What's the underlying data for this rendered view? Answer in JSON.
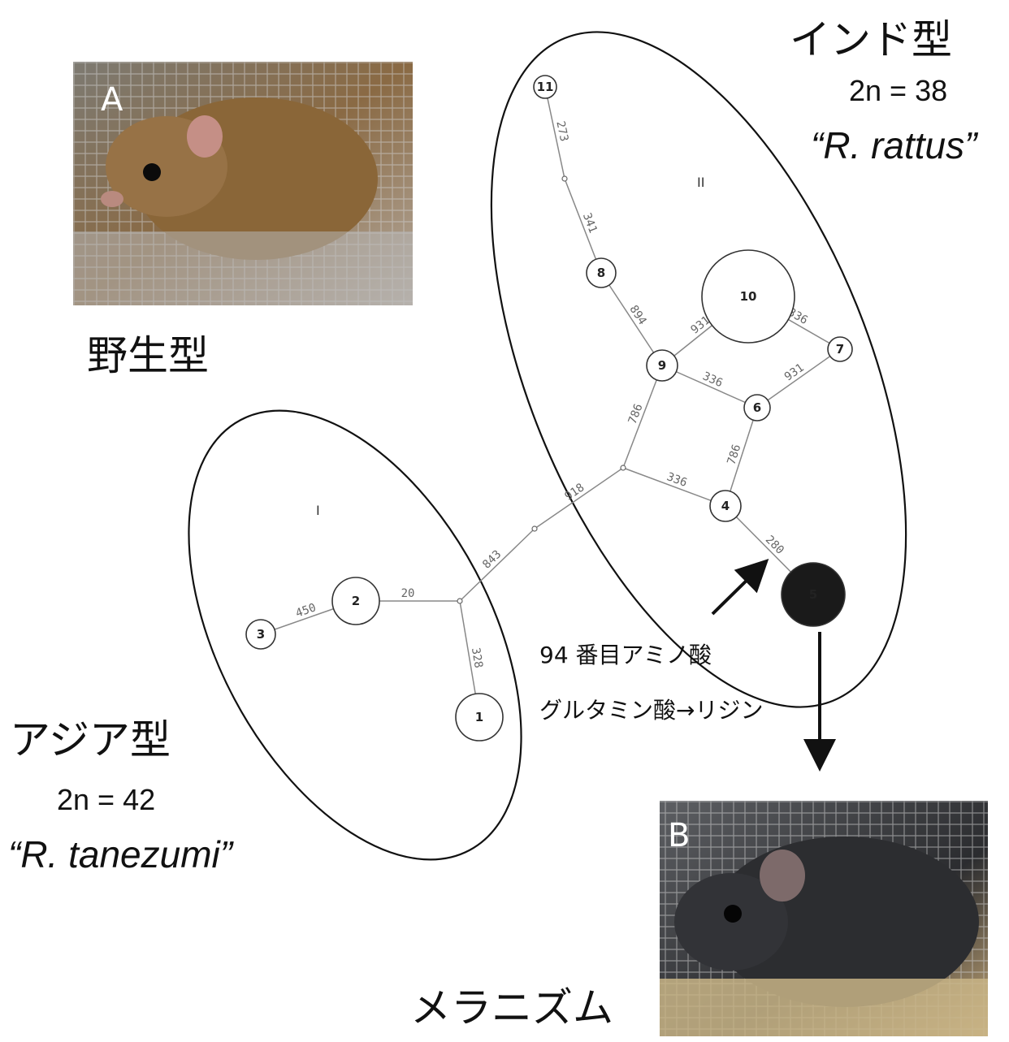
{
  "photos": {
    "a": {
      "letter": "A",
      "caption": "野生型"
    },
    "b": {
      "letter": "B",
      "caption": "メラニズム"
    }
  },
  "groups": {
    "india": {
      "name": "インド型",
      "karyotype": "2n = 38",
      "species": "“R. rattus”",
      "cluster_label": "II"
    },
    "asia": {
      "name": "アジア型",
      "karyotype": "2n = 42",
      "species": "“R. tanezumi”",
      "cluster_label": "I"
    }
  },
  "mutation": {
    "line1": "94 番目アミノ酸",
    "line2": "グルタミン酸→リジン"
  },
  "network": {
    "nodes": [
      {
        "id": "1",
        "label": "1"
      },
      {
        "id": "2",
        "label": "2"
      },
      {
        "id": "3",
        "label": "3"
      },
      {
        "id": "4",
        "label": "4"
      },
      {
        "id": "5",
        "label": "5",
        "highlight": true
      },
      {
        "id": "6",
        "label": "6"
      },
      {
        "id": "7",
        "label": "7"
      },
      {
        "id": "8",
        "label": "8"
      },
      {
        "id": "9",
        "label": "9"
      },
      {
        "id": "10",
        "label": "10"
      },
      {
        "id": "11",
        "label": "11"
      }
    ],
    "edges": [
      {
        "from": "11",
        "to": "m1",
        "label": "273"
      },
      {
        "from": "m1",
        "to": "8",
        "label": "341"
      },
      {
        "from": "8",
        "to": "9",
        "label": "894"
      },
      {
        "from": "9",
        "to": "10",
        "label": "931"
      },
      {
        "from": "10",
        "to": "7",
        "label": "336"
      },
      {
        "from": "7",
        "to": "6",
        "label": "931"
      },
      {
        "from": "9",
        "to": "6",
        "label": "336"
      },
      {
        "from": "9",
        "to": "j1",
        "label": "786"
      },
      {
        "from": "6",
        "to": "4",
        "label": "786"
      },
      {
        "from": "j1",
        "to": "4",
        "label": "336"
      },
      {
        "from": "4",
        "to": "5",
        "label": "280"
      },
      {
        "from": "j1",
        "to": "m2",
        "label": "918"
      },
      {
        "from": "m2",
        "to": "j2",
        "label": "843"
      },
      {
        "from": "j2",
        "to": "2",
        "label": "20"
      },
      {
        "from": "2",
        "to": "3",
        "label": "450"
      },
      {
        "from": "j2",
        "to": "1",
        "label": "328"
      }
    ]
  },
  "colors": {
    "node_highlight": "#1a1a1a",
    "line": "#888888",
    "outline": "#111111"
  }
}
